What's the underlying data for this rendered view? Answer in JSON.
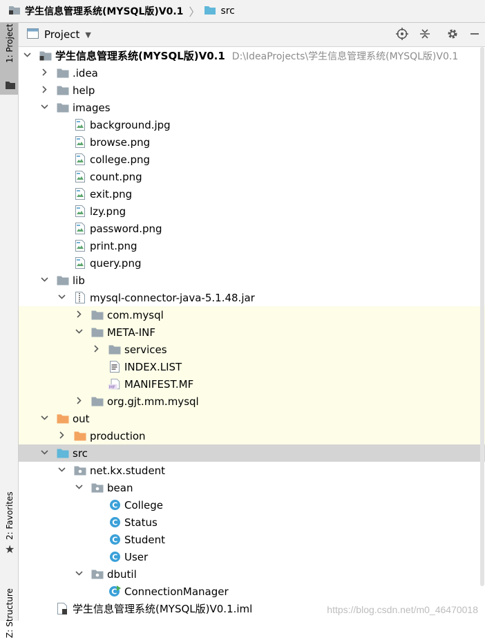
{
  "breadcrumb": {
    "project": "学生信息管理系统(MYSQL版)V0.1",
    "current": "src"
  },
  "stripe": {
    "project": "1: Project",
    "favorites": "2: Favorites",
    "structure": "Z: Structure"
  },
  "panel": {
    "title": "Project"
  },
  "tree": [
    {
      "label": "学生信息管理系统(MYSQL版)V0.1",
      "hint": "D:\\IdeaProjects\\学生信息管理系统(MYSQL版)V0.1",
      "icon": "project-folder-icon",
      "depth": 0,
      "arrow": "down",
      "bold": true
    },
    {
      "label": ".idea",
      "icon": "folder-icon",
      "depth": 1,
      "arrow": "right"
    },
    {
      "label": "help",
      "icon": "folder-icon",
      "depth": 1,
      "arrow": "right"
    },
    {
      "label": "images",
      "icon": "folder-icon",
      "depth": 1,
      "arrow": "down"
    },
    {
      "label": "background.jpg",
      "icon": "image-file-icon",
      "depth": 2
    },
    {
      "label": "browse.png",
      "icon": "image-file-icon",
      "depth": 2
    },
    {
      "label": "college.png",
      "icon": "image-file-icon",
      "depth": 2
    },
    {
      "label": "count.png",
      "icon": "image-file-icon",
      "depth": 2
    },
    {
      "label": "exit.png",
      "icon": "image-file-icon",
      "depth": 2
    },
    {
      "label": "lzy.png",
      "icon": "image-file-icon",
      "depth": 2
    },
    {
      "label": "password.png",
      "icon": "image-file-icon",
      "depth": 2
    },
    {
      "label": "print.png",
      "icon": "image-file-icon",
      "depth": 2
    },
    {
      "label": "query.png",
      "icon": "image-file-icon",
      "depth": 2
    },
    {
      "label": "lib",
      "icon": "folder-icon",
      "depth": 1,
      "arrow": "down"
    },
    {
      "label": "mysql-connector-java-5.1.48.jar",
      "icon": "jar-icon",
      "depth": 2,
      "arrow": "down"
    },
    {
      "label": "com.mysql",
      "icon": "folder-icon",
      "depth": 3,
      "arrow": "right",
      "state": "excluded"
    },
    {
      "label": "META-INF",
      "icon": "folder-icon",
      "depth": 3,
      "arrow": "down",
      "state": "excluded"
    },
    {
      "label": "services",
      "icon": "folder-icon",
      "depth": 4,
      "arrow": "right",
      "state": "excluded"
    },
    {
      "label": "INDEX.LIST",
      "icon": "text-file-icon",
      "depth": 4,
      "state": "excluded"
    },
    {
      "label": "MANIFEST.MF",
      "icon": "manifest-file-icon",
      "depth": 4,
      "state": "excluded"
    },
    {
      "label": "org.gjt.mm.mysql",
      "icon": "folder-icon",
      "depth": 3,
      "arrow": "right",
      "state": "excluded"
    },
    {
      "label": "out",
      "icon": "orange-folder-icon",
      "depth": 1,
      "arrow": "down",
      "state": "excluded"
    },
    {
      "label": "production",
      "icon": "orange-folder-icon",
      "depth": 2,
      "arrow": "right",
      "state": "excluded"
    },
    {
      "label": "src",
      "icon": "source-folder-icon",
      "depth": 1,
      "arrow": "down",
      "state": "selected"
    },
    {
      "label": "net.kx.student",
      "icon": "package-icon",
      "depth": 2,
      "arrow": "down"
    },
    {
      "label": "bean",
      "icon": "package-icon",
      "depth": 3,
      "arrow": "down"
    },
    {
      "label": "College",
      "icon": "class-icon",
      "depth": 4
    },
    {
      "label": "Status",
      "icon": "class-icon",
      "depth": 4
    },
    {
      "label": "Student",
      "icon": "class-icon",
      "depth": 4
    },
    {
      "label": "User",
      "icon": "class-icon",
      "depth": 4
    },
    {
      "label": "dbutil",
      "icon": "package-icon",
      "depth": 3,
      "arrow": "down"
    },
    {
      "label": "ConnectionManager",
      "icon": "runnable-class-icon",
      "depth": 4
    },
    {
      "label": "学生信息管理系统(MYSQL版)V0.1.iml",
      "icon": "iml-file-icon",
      "depth": 1
    }
  ],
  "watermark": "https://blog.csdn.net/m0_46470018",
  "colors": {
    "excluded_bg": "#fdfde8",
    "selected_bg": "#d4d4d4",
    "class_icon": "#3aa0d8",
    "folder_gray": "#9aa7b0",
    "folder_orange": "#f4a461",
    "source_blue": "#5fb7d9"
  }
}
